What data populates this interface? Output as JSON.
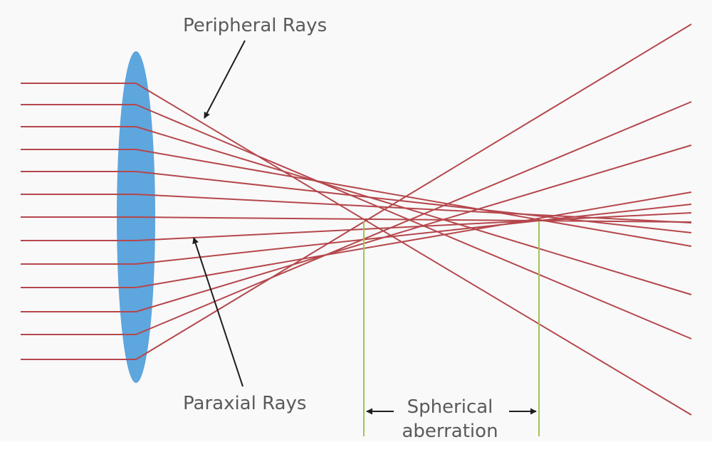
{
  "labels": {
    "peripheral_rays": "Peripheral Rays",
    "paraxial_rays": "Paraxial Rays",
    "spherical_line1": "Spherical",
    "spherical_line2": "aberration"
  },
  "colors": {
    "background": "#f9f9f9",
    "lens": "#5ea6de",
    "ray": "#b5474c",
    "focus_marker": "#9ec650",
    "arrow": "#1e1e1e",
    "label_text": "#5a5a5a"
  },
  "icons": {
    "lens": "biconvex-lens-icon",
    "arrow": "arrow-icon"
  }
}
